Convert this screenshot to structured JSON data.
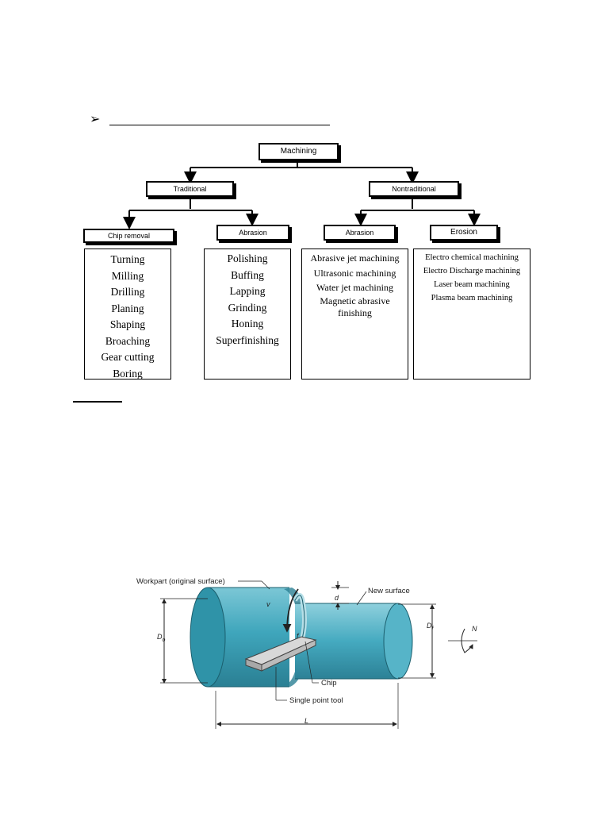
{
  "bullet_symbol": "➢",
  "tree": {
    "root": "Machining",
    "traditional": "Traditional",
    "nontraditional": "Nontraditional",
    "chip_removal": "Chip removal",
    "abrasion_trad": "Abrasion",
    "abrasion_nontrad": "Abrasion",
    "erosion": "Erosion",
    "chip_removal_list": [
      "Turning",
      "Milling",
      "Drilling",
      "Planing",
      "Shaping",
      "Broaching",
      "Gear cutting",
      "Boring"
    ],
    "abrasion_trad_list": [
      "Polishing",
      "Buffing",
      "Lapping",
      "Grinding",
      "Honing",
      "Superfinishing"
    ],
    "abrasion_nontrad_list": [
      "Abrasive jet machining",
      "Ultrasonic machining",
      "Water jet machining",
      "Magnetic abrasive",
      "finishing"
    ],
    "erosion_list": [
      "Electro chemical machining",
      "Electro Discharge machining",
      "Laser beam machining",
      "Plasma beam machining"
    ]
  },
  "turning_diagram": {
    "workpart_label": "Workpart (original surface)",
    "new_surface_label": "New surface",
    "chip_label": "Chip",
    "tool_label": "Single point tool",
    "d_label": "d",
    "v_label": "v",
    "f_label": "f",
    "do_label": "D",
    "do_sub": "o",
    "df_label": "D",
    "df_sub": "f",
    "n_label": "N",
    "l_label": "L"
  },
  "colors": {
    "cylinder": "#3fa6bc",
    "cylinder_dark": "#2a7f93",
    "cylinder_light": "#7cc7d6"
  }
}
